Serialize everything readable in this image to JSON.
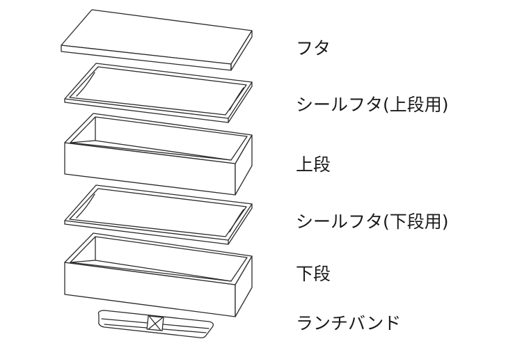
{
  "parts": [
    {
      "id": "lid",
      "label": "フタ"
    },
    {
      "id": "seal-lid-upper",
      "label": "シールフタ(上段用)"
    },
    {
      "id": "upper-tier",
      "label": "上段"
    },
    {
      "id": "seal-lid-lower",
      "label": "シールフタ(下段用)"
    },
    {
      "id": "lower-tier",
      "label": "下段"
    },
    {
      "id": "lunch-band",
      "label": "ランチバンド"
    }
  ],
  "colors": {
    "stroke": "#2b2b2b",
    "label_text": "#1a1a1a",
    "background": "#ffffff"
  }
}
